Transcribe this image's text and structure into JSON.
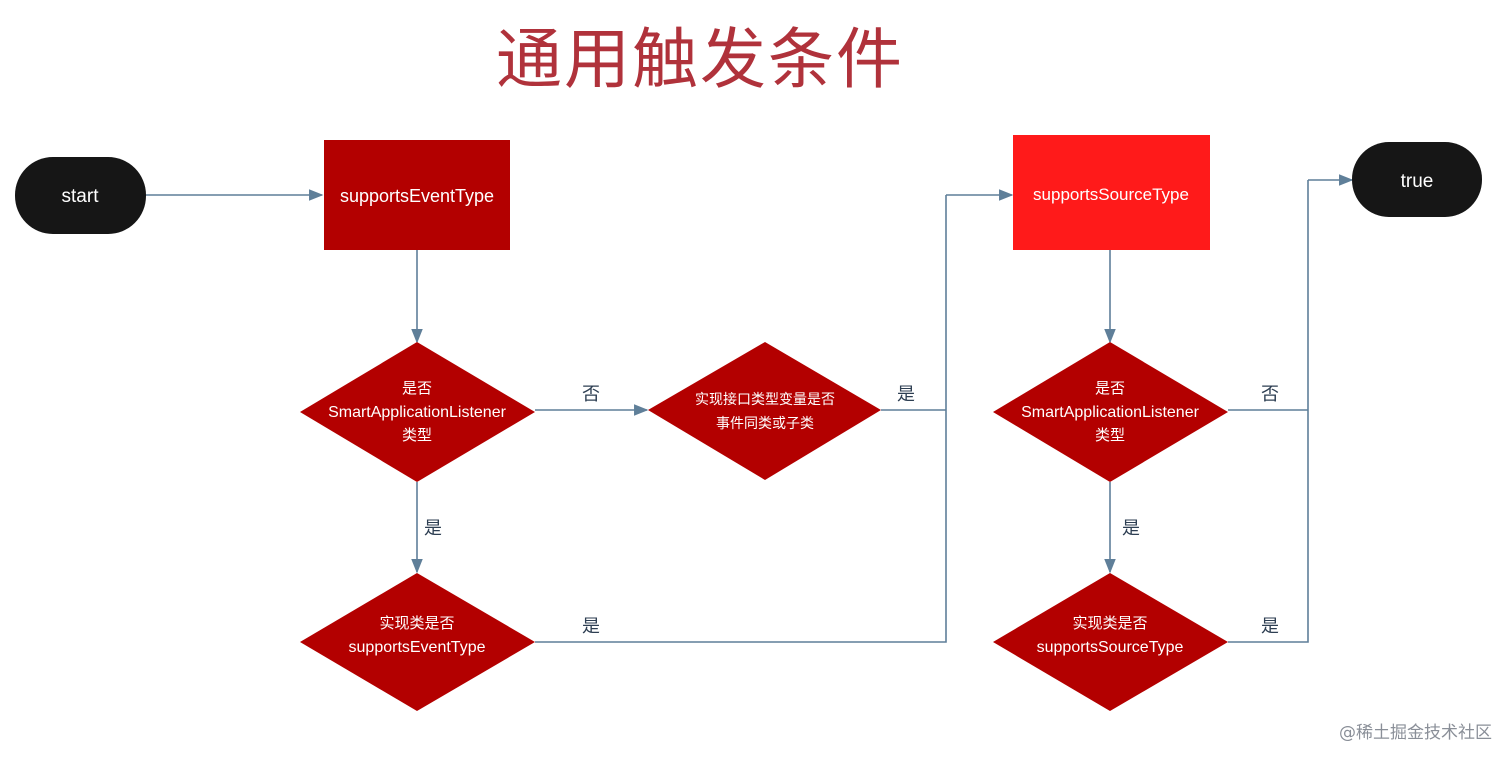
{
  "title": "通用触发条件",
  "nodes": {
    "start": "start",
    "supports_event_type": "supportsEventType",
    "smart_listener_check_1": [
      "是否",
      "SmartApplicationListener",
      "类型"
    ],
    "interface_generic_check": [
      "实现接口类型变量是否",
      "事件同类或子类"
    ],
    "impl_supports_event_type": [
      "实现类是否",
      "supportsEventType"
    ],
    "supports_source_type": "supportsSourceType",
    "smart_listener_check_2": [
      "是否",
      "SmartApplicationListener",
      "类型"
    ],
    "impl_supports_source_type": [
      "实现类是否",
      "supportsSourceType"
    ],
    "true": "true"
  },
  "edge_labels": {
    "no_1": "否",
    "yes_1": "是",
    "yes_interface": "是",
    "yes_impl_1": "是",
    "no_2": "否",
    "yes_2": "是",
    "yes_impl_2": "是"
  },
  "colors": {
    "title": "#b0323b",
    "dark_red": "#b30000",
    "bright_red": "#ff1a1a",
    "terminal": "#161616",
    "connector": "#5f7f99"
  },
  "watermark": "@稀土掘金技术社区"
}
